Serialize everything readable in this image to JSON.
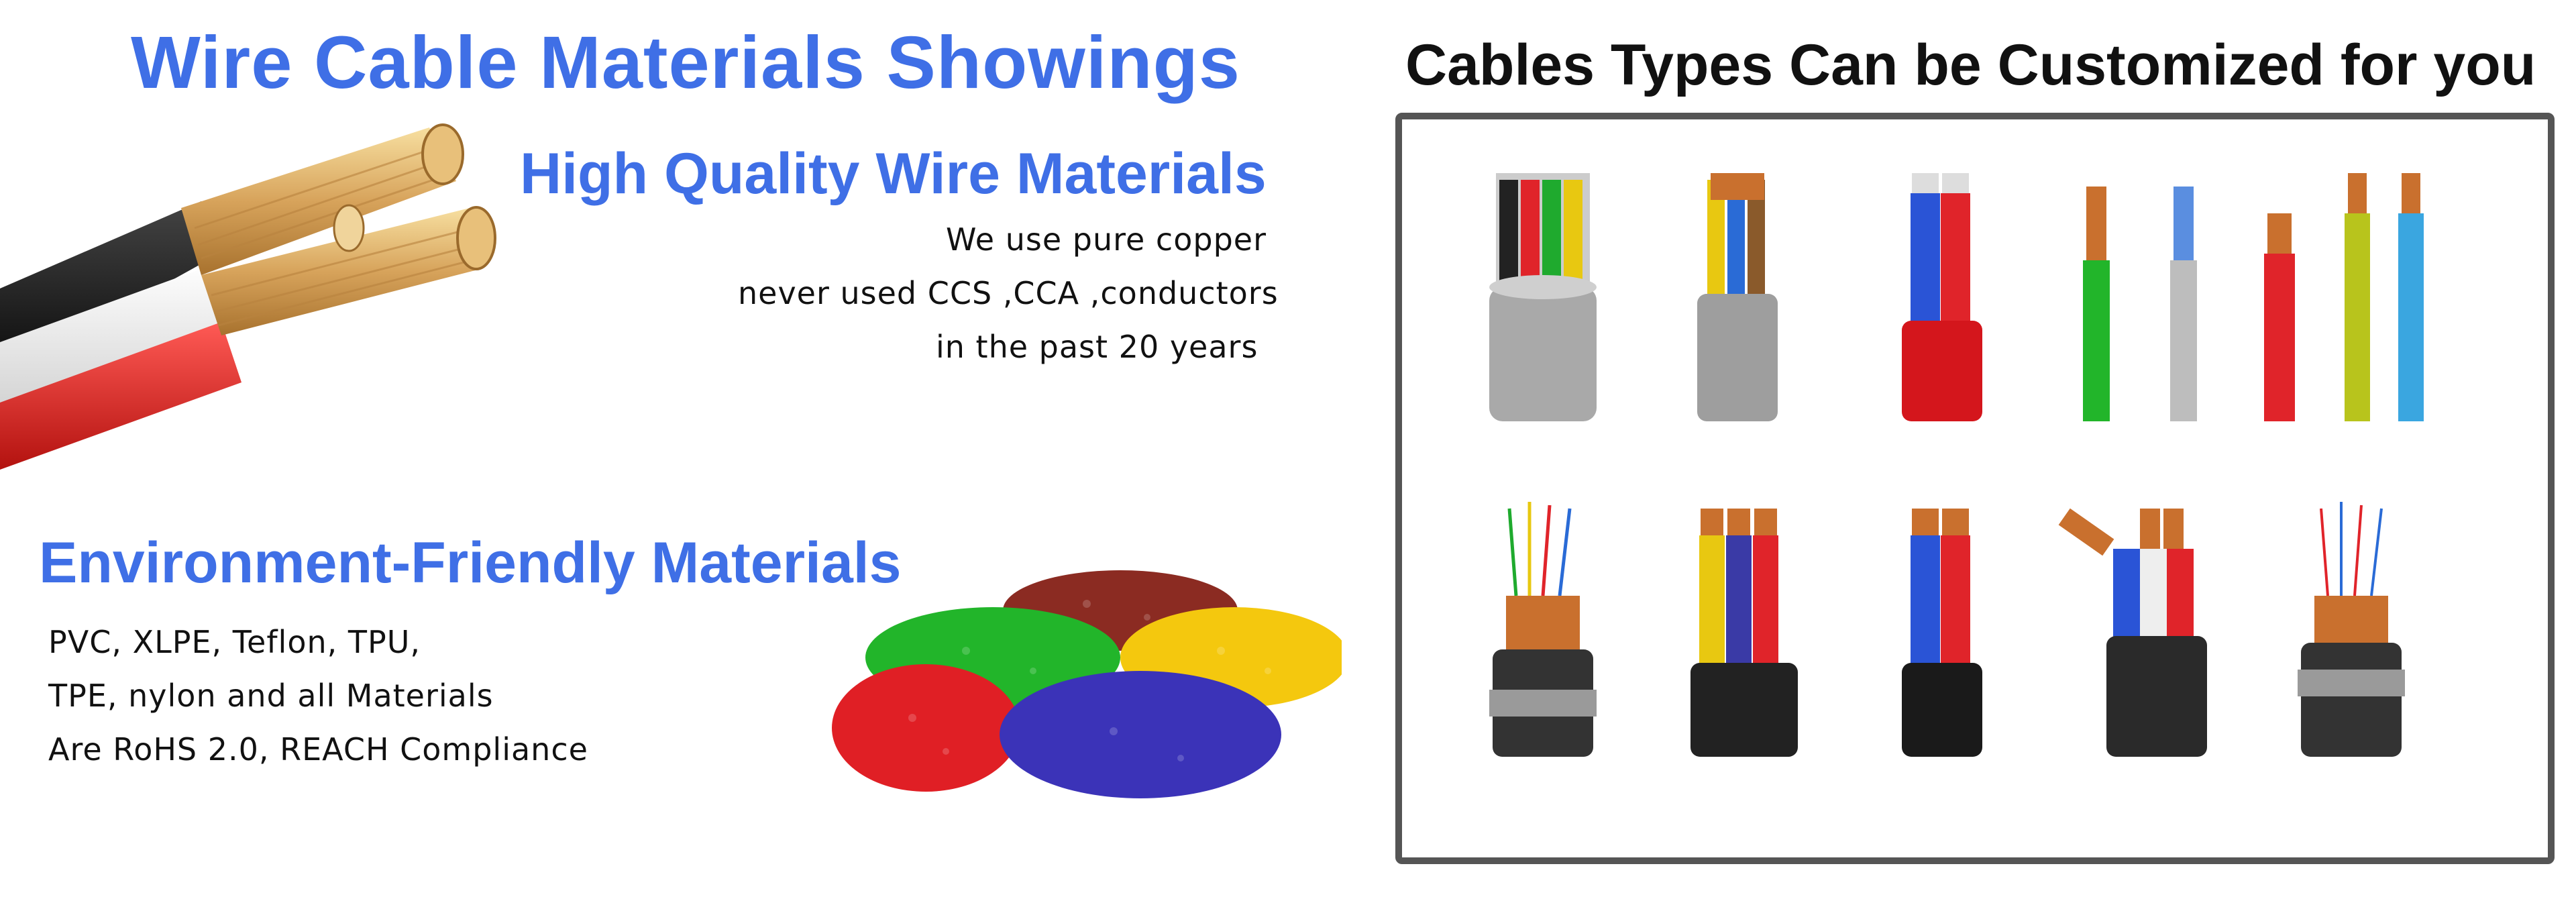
{
  "left": {
    "main_title": "Wire Cable Materials Showings",
    "quality_title": "High Quality Wire Materials",
    "copper_lines": [
      "We use pure copper",
      "never used CCS ,CCA ,conductors",
      "in the past  20  years"
    ],
    "eco_title": "Environment-Friendly Materials",
    "material_lines": [
      "PVC, XLPE, Teflon, TPU,",
      "TPE, nylon and all Materials",
      "Are RoHS 2.0, REACH Compliance"
    ]
  },
  "right": {
    "title": "Cables Types Can be Customized  for you"
  },
  "colors": {
    "accent_blue": "#3f6fe6",
    "frame_gray": "#555555",
    "copper": "#c9702e",
    "pellet_colors": [
      "#8b2b22",
      "#22b52a",
      "#f4c80e",
      "#e01f25",
      "#3b33b8"
    ]
  },
  "icons": [
    "copper-wire-bundle-image",
    "plastic-pellets-image",
    "cable-sample-image"
  ]
}
